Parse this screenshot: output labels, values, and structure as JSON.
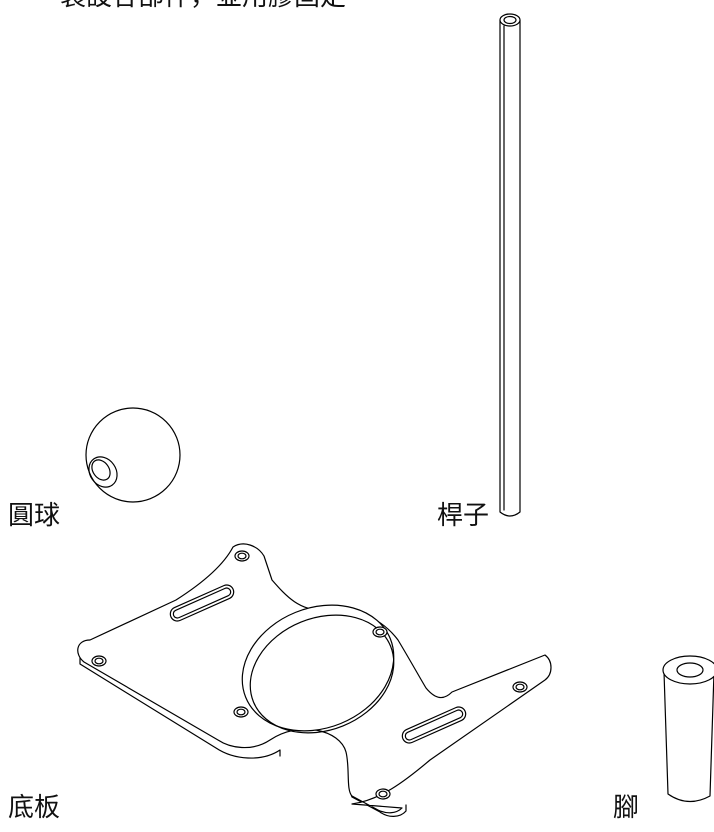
{
  "title": "裝設各部件，並用膠固定",
  "labels": {
    "ball": "圓球",
    "rod": "桿子",
    "plate": "底板",
    "foot": "腳"
  }
}
